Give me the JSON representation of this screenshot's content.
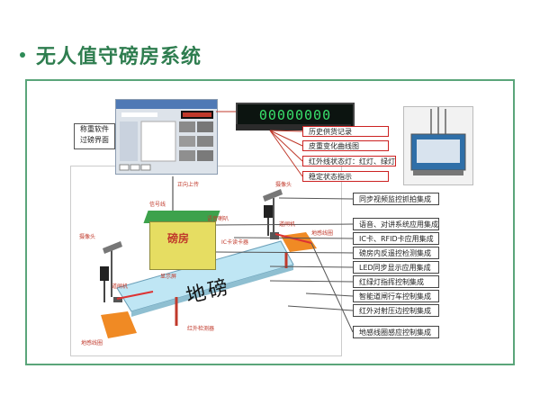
{
  "title": "无人值守磅房系统",
  "software": {
    "line1": "称重软件",
    "line2": "过磅界面"
  },
  "led": {
    "value": "00000000"
  },
  "house_label": "磅房",
  "scale_label": "地磅",
  "callouts_top": [
    "历史供货记录",
    "皮重变化曲线图",
    "红外线状态灯：红灯、绿灯",
    "稳定状态指示"
  ],
  "callouts_right": [
    "同步视频监控抓拍集成",
    "语音、对讲系统应用集成",
    "IC卡、RFID卡应用集成",
    "磅房内反遥控检测集成",
    "LED同步显示应用集成",
    "红绿灯指挥控制集成",
    "智能道闸行车控制集成",
    "红外对射压边控制集成",
    "地感线圈感应控制集成"
  ],
  "small_labels": {
    "camera_top": "摄像头",
    "camera_left": "摄像头",
    "barrier_right": "道闸机",
    "barrier_left": "道闸机",
    "loop_right": "地感线圈",
    "loop_left": "地感线圈",
    "voice_horn": "语音喇叭",
    "ic_reader": "IC卡读卡器",
    "display": "显示屏",
    "infrared": "红外检测器",
    "signal_line": "信号线",
    "up_arrow": "正向上传"
  }
}
